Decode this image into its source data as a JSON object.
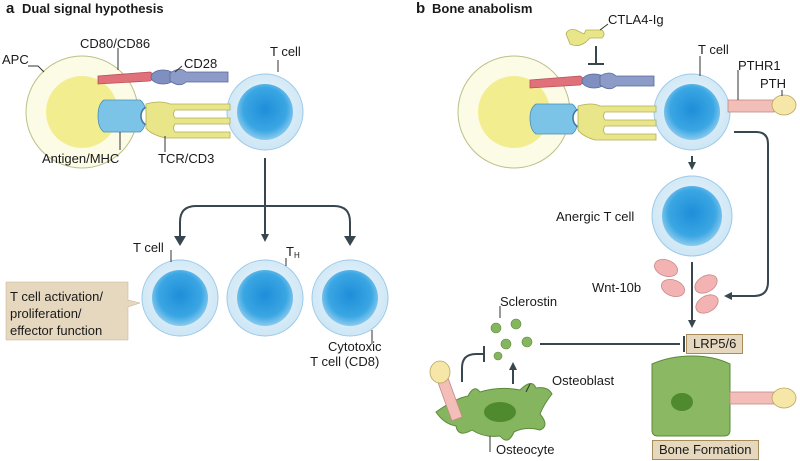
{
  "panel_a": {
    "letter": "a",
    "title": "Dual signal hypothesis",
    "labels": {
      "apc": "APC",
      "cd80_cd86": "CD80/CD86",
      "cd28": "CD28",
      "t_cell": "T cell",
      "antigen_mhc": "Antigen/MHC",
      "tcr_cd3": "TCR/CD3",
      "t_cell_daughter": "T cell",
      "th_main": "T",
      "th_sub": "H",
      "cytotoxic_line1": "Cytotoxic",
      "cytotoxic_line2": "T cell (CD8)"
    },
    "callout": {
      "line1": "T cell activation/",
      "line2": "proliferation/",
      "line3": "effector function"
    }
  },
  "panel_b": {
    "letter": "b",
    "title": "Bone anabolism",
    "labels": {
      "ctla4": "CTLA4-Ig",
      "t_cell": "T cell",
      "pthr1": "PTHR1",
      "pth": "PTH",
      "anergic": "Anergic T cell",
      "wnt10b": "Wnt-10b",
      "sclerostin": "Sclerostin",
      "lrp56": "LRP5/6",
      "osteoblast": "Osteoblast",
      "osteocyte": "Osteocyte",
      "bone_formation": "Bone Formation"
    }
  },
  "colors": {
    "apc_yellow": "#f3f0a6",
    "tcell_blue": "#2e9fe0",
    "mhc_blue": "#7cc3e8",
    "cd80_red": "#e0707a",
    "cd28_purple": "#7f8fc0",
    "tcr_yellow": "#e9e68a",
    "pth_pink": "#f3bdb8",
    "wnt_pink": "#f2b3b2",
    "bone_green": "#86b55f",
    "arrow": "#38474f",
    "callout_bg": "#e6d8bf"
  }
}
